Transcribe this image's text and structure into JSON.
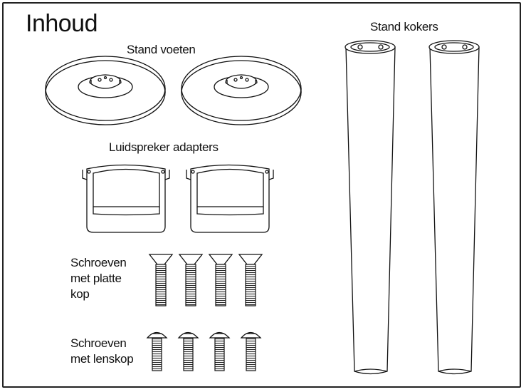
{
  "title": "Inhoud",
  "parts": {
    "stand_feet": "Stand voeten",
    "speaker_adapters": "Luidspreker adapters",
    "flat_head_screws": [
      "Schroeven",
      "met platte",
      "kop"
    ],
    "lens_head_screws": [
      "Schroeven",
      "met lenskop"
    ],
    "stand_tubes": "Stand kokers"
  },
  "icons": [
    "stand-foot-icon",
    "speaker-adapter-icon",
    "flat-head-screw-icon",
    "lens-head-screw-icon",
    "stand-tube-icon"
  ]
}
